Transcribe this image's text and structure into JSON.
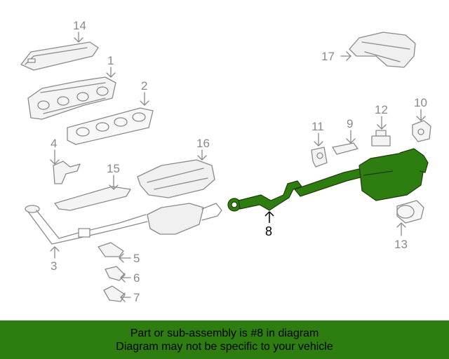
{
  "callouts": {
    "p1": "1",
    "p2": "2",
    "p3": "3",
    "p4": "4",
    "p5": "5",
    "p6": "6",
    "p7": "7",
    "p8": "8",
    "p9": "9",
    "p10": "10",
    "p11": "11",
    "p12": "12",
    "p13": "13",
    "p14": "14",
    "p15": "15",
    "p16": "16",
    "p17": "17"
  },
  "highlight": {
    "part": "8",
    "color": "#2e7d10"
  },
  "banner": {
    "line1": "Part or sub-assembly is #8 in diagram",
    "line2": "Diagram may not be specific to your vehicle"
  }
}
